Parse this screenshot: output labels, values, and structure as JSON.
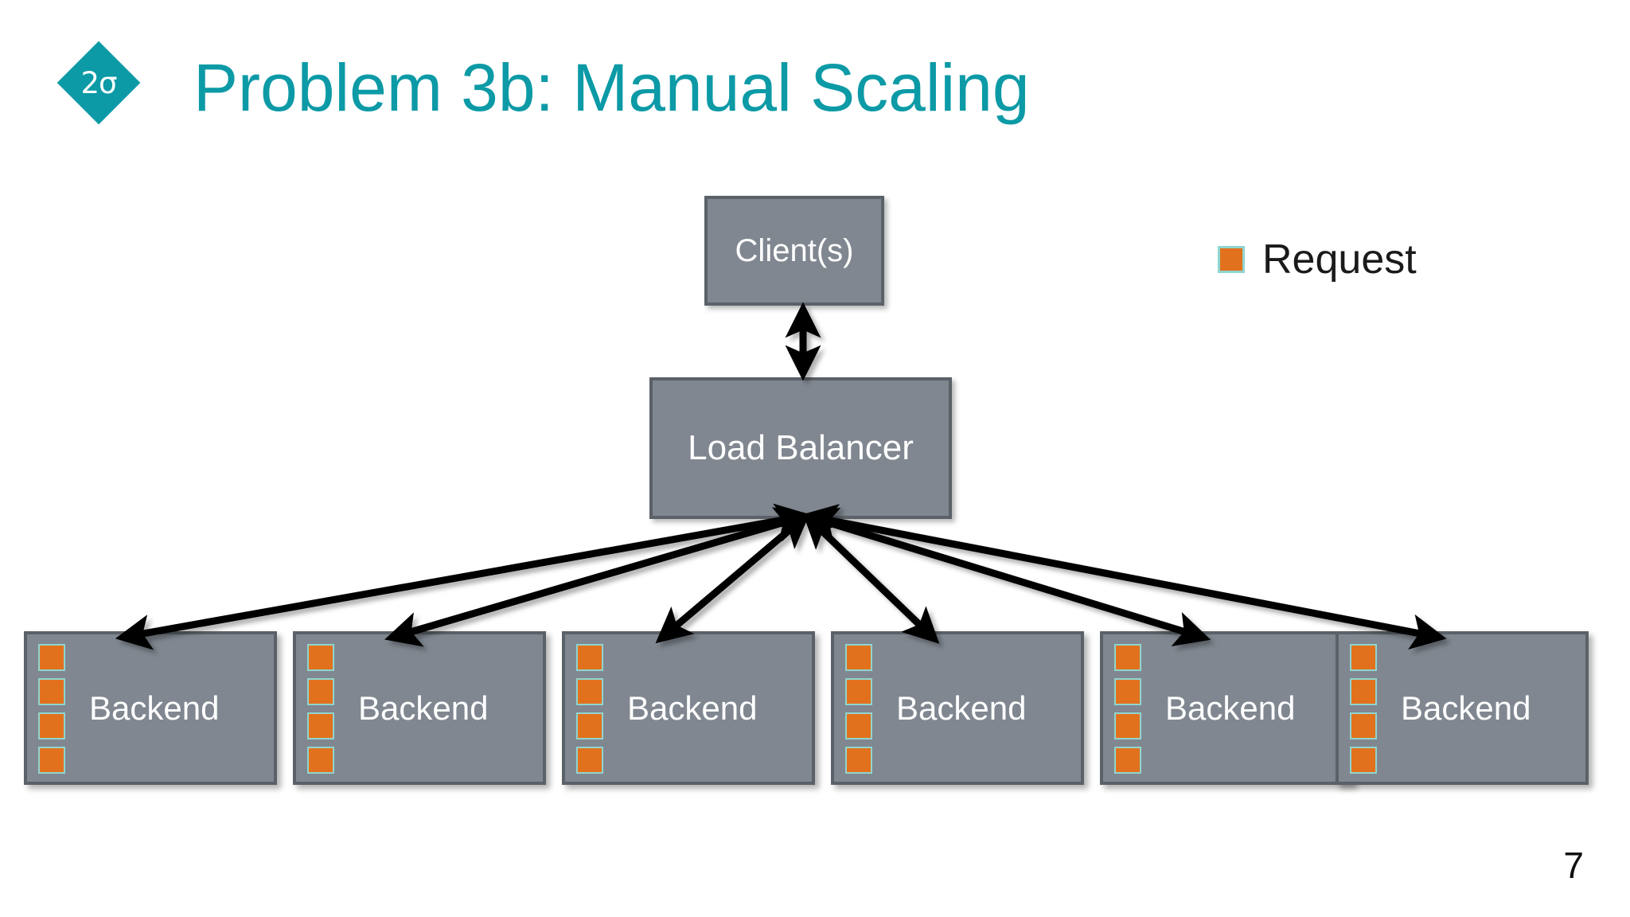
{
  "slide": {
    "page_number": "7",
    "background_color": "#ffffff"
  },
  "logo": {
    "name": "two-sigma-logo",
    "text": "2σ",
    "shape": "diamond",
    "color": "#0C9AA6"
  },
  "header": {
    "title": "Problem 3b: Manual Scaling",
    "title_color": "#0C9AA6"
  },
  "legend": {
    "items": [
      {
        "label": "Request",
        "swatch_color": "#E2711D",
        "swatch_border_color": "#8FD5CF"
      }
    ]
  },
  "diagram": {
    "node_fill_color": "#808790",
    "node_border_color": "#5B6168",
    "node_text_color": "#ffffff",
    "arrow_color": "#000000",
    "client": {
      "label": "Client(s)"
    },
    "load_balancer": {
      "label": "Load Balancer"
    },
    "backends": [
      {
        "label": "Backend",
        "requests": 4
      },
      {
        "label": "Backend",
        "requests": 4
      },
      {
        "label": "Backend",
        "requests": 4
      },
      {
        "label": "Backend",
        "requests": 4
      },
      {
        "label": "Backend",
        "requests": 4
      },
      {
        "label": "Backend",
        "requests": 4
      }
    ],
    "connections": [
      {
        "from": "client",
        "to": "load_balancer",
        "style": "double-arrow"
      },
      {
        "from": "load_balancer",
        "to": "backend-1",
        "style": "double-arrow"
      },
      {
        "from": "load_balancer",
        "to": "backend-2",
        "style": "double-arrow"
      },
      {
        "from": "load_balancer",
        "to": "backend-3",
        "style": "double-arrow"
      },
      {
        "from": "load_balancer",
        "to": "backend-4",
        "style": "double-arrow"
      },
      {
        "from": "load_balancer",
        "to": "backend-5",
        "style": "double-arrow"
      },
      {
        "from": "load_balancer",
        "to": "backend-6",
        "style": "double-arrow"
      }
    ]
  }
}
